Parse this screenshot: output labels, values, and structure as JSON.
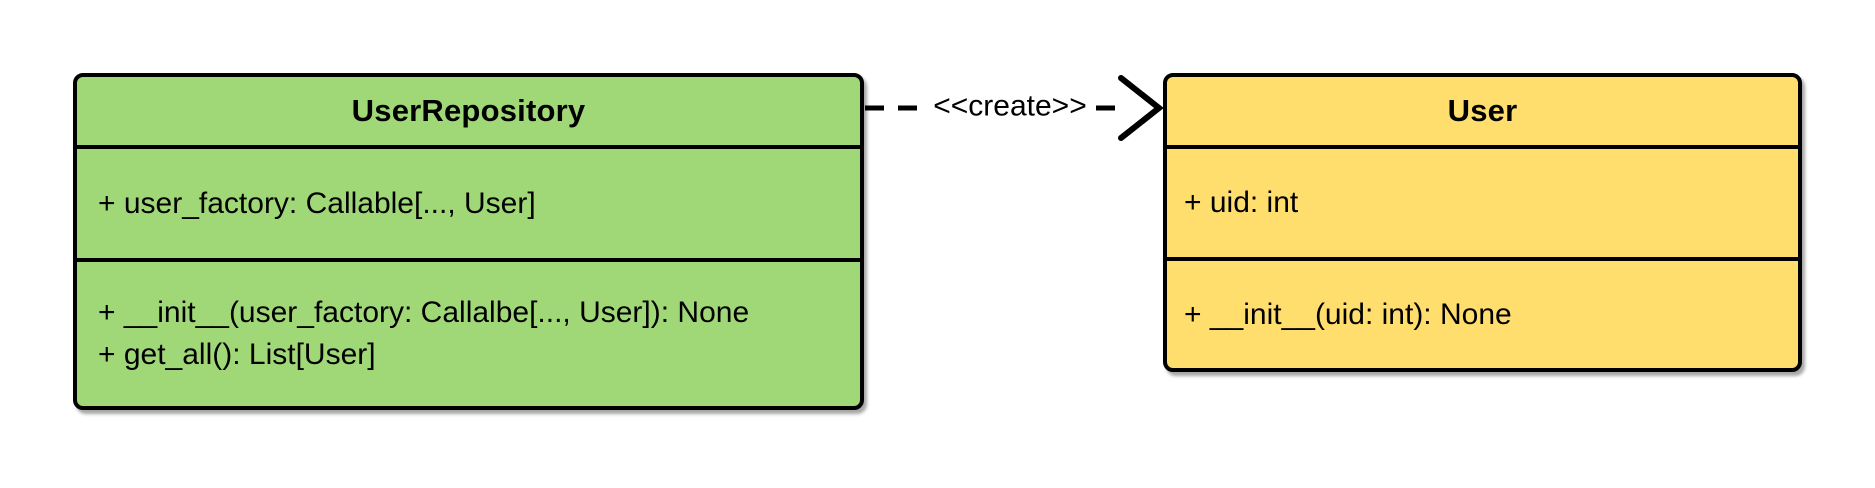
{
  "diagram": {
    "background_color": "#ffffff",
    "line_color": "#000000",
    "connector": {
      "label": "<<create>>",
      "style": "dashed",
      "arrowhead": "open",
      "direction": "left-to-right"
    },
    "classes": [
      {
        "name": "UserRepository",
        "fill": "#a0d878",
        "border_color": "#000000",
        "attributes": [
          "+ user_factory: Callable[..., User]"
        ],
        "methods": [
          "+ __init__(user_factory: Callalbe[..., User]): None",
          "+ get_all(): List[User]"
        ]
      },
      {
        "name": "User",
        "fill": "#ffde6e",
        "border_color": "#000000",
        "attributes": [
          "+ uid: int"
        ],
        "methods": [
          "+ __init__(uid: int): None"
        ]
      }
    ]
  }
}
